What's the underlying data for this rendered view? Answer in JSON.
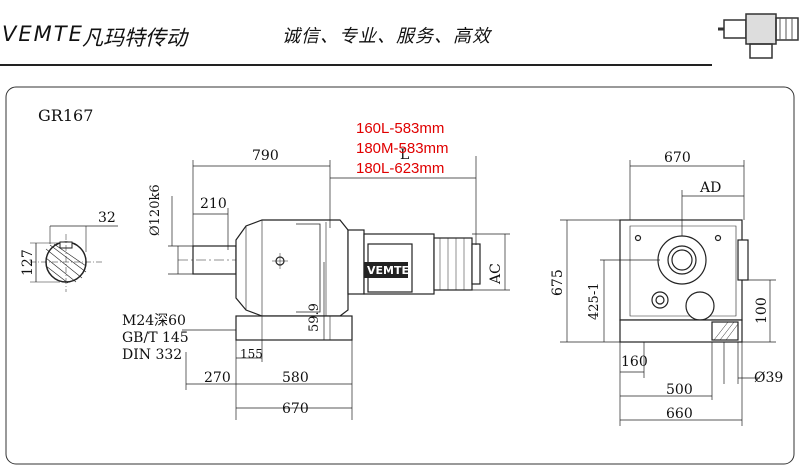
{
  "header": {
    "brand_name": "VEMTE",
    "brand_cn": "凡玛特传动",
    "slogan": "诚信、专业、服务、高效"
  },
  "model": "GR167",
  "motor_badge": "VEMTE",
  "red_notes": [
    "160L-583mm",
    "180M-583mm",
    "180L-623mm"
  ],
  "spec_notes": [
    "M24深60",
    "GB/T 145",
    "DIN 332"
  ],
  "dims": {
    "d790": "790",
    "L": "L",
    "d210": "210",
    "shaft_dia": "Ø120k6",
    "d32": "32",
    "d127": "127",
    "d59_9": "59.9",
    "d155": "155",
    "d270": "270",
    "d580": "580",
    "d670_front": "670",
    "AC": "AC",
    "d670_side": "670",
    "AD": "AD",
    "d675": "675",
    "d425": "425-1",
    "d100": "100",
    "d160": "160",
    "d39": "Ø39",
    "d500": "500",
    "d660": "660"
  }
}
